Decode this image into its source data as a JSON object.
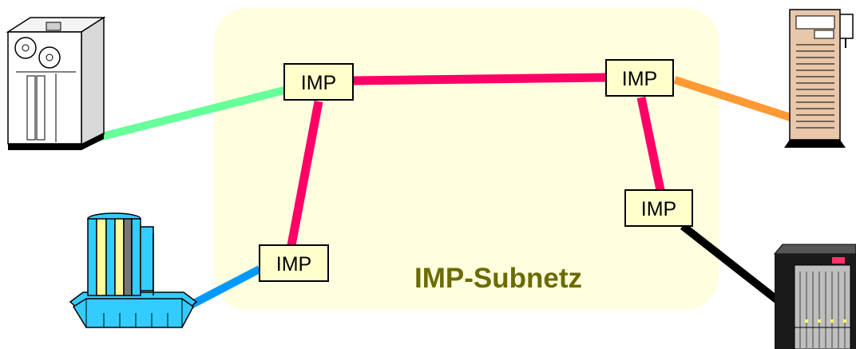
{
  "diagram": {
    "subnet_label": "IMP-Subnetz",
    "nodes": [
      {
        "id": "imp_top_left",
        "label": "IMP"
      },
      {
        "id": "imp_top_right",
        "label": "IMP"
      },
      {
        "id": "imp_bottom_left",
        "label": "IMP"
      },
      {
        "id": "imp_mid_right",
        "label": "IMP"
      }
    ],
    "hosts": [
      {
        "id": "host_tape_mainframe",
        "icon": "tape-mainframe-icon"
      },
      {
        "id": "host_tower_server",
        "icon": "tower-server-icon"
      },
      {
        "id": "host_supercomputer",
        "icon": "supercomputer-icon"
      },
      {
        "id": "host_rack_server",
        "icon": "rack-server-icon"
      }
    ],
    "edges": [
      {
        "from": "imp_top_left",
        "to": "imp_top_right",
        "kind": "subnet-link"
      },
      {
        "from": "imp_top_left",
        "to": "imp_bottom_left",
        "kind": "subnet-link"
      },
      {
        "from": "imp_top_right",
        "to": "imp_mid_right",
        "kind": "subnet-link"
      },
      {
        "from": "imp_top_left",
        "to": "host_tape_mainframe",
        "kind": "host-link"
      },
      {
        "from": "imp_top_right",
        "to": "host_tower_server",
        "kind": "host-link"
      },
      {
        "from": "imp_bottom_left",
        "to": "host_supercomputer",
        "kind": "host-link"
      },
      {
        "from": "imp_mid_right",
        "to": "host_rack_server",
        "kind": "host-link"
      }
    ],
    "colors": {
      "subnet_background": "#ffffe0",
      "imp_box_fill": "#ffffcc",
      "subnet_link": "#ff0066",
      "link_tape_mainframe": "#66ff99",
      "link_tower_server": "#ff9933",
      "link_supercomputer": "#0099ff",
      "link_rack_server": "#000000",
      "subnet_label": "#6b6b00"
    }
  }
}
